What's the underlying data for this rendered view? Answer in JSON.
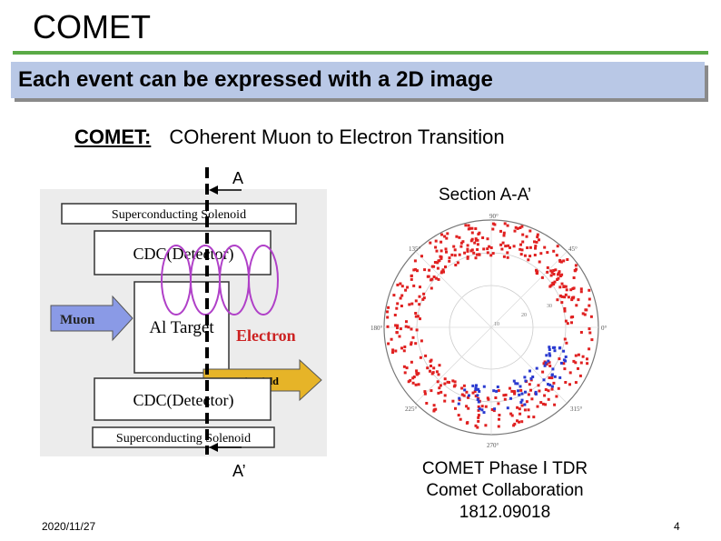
{
  "slide": {
    "title": "COMET",
    "banner": "Each event can be expressed with a 2D image",
    "subtitle_lead": "COMET:",
    "subtitle_rest": "COherent Muon to Electron Transition",
    "section_mark_top": "A",
    "section_mark_bottom": "A’",
    "section_label": "Section A-A’",
    "tdr_line1": "COMET Phase Ⅰ TDR",
    "tdr_line2": "Comet Collaboration 1812.09018",
    "footer_date": "2020/11/27",
    "footer_page": "4"
  },
  "diagram": {
    "solenoid_top": "Superconducting Solenoid",
    "cdc_top": "CDC(Detector)",
    "target": "Al Target",
    "muon": "Muon",
    "electron": "Electron",
    "magnetic_field": "Magnetic Field",
    "cdc_bottom": "CDC(Detector)",
    "solenoid_bottom": "Superconducting Solenoid",
    "colors": {
      "muon_arrow": "#8a9ae6",
      "field_arrow": "#e6b428",
      "electron": "#cc2222",
      "spiral": "#b040c8"
    }
  },
  "event_display": {
    "angle_labels": [
      "90°",
      "135°",
      "45°",
      "180°",
      "0°",
      "225°",
      "315°",
      "270°"
    ],
    "radius_labels": [
      "10",
      "20",
      "30"
    ],
    "colors": {
      "hits_red": "#e02020",
      "hits_blue": "#2a3ad0"
    }
  }
}
